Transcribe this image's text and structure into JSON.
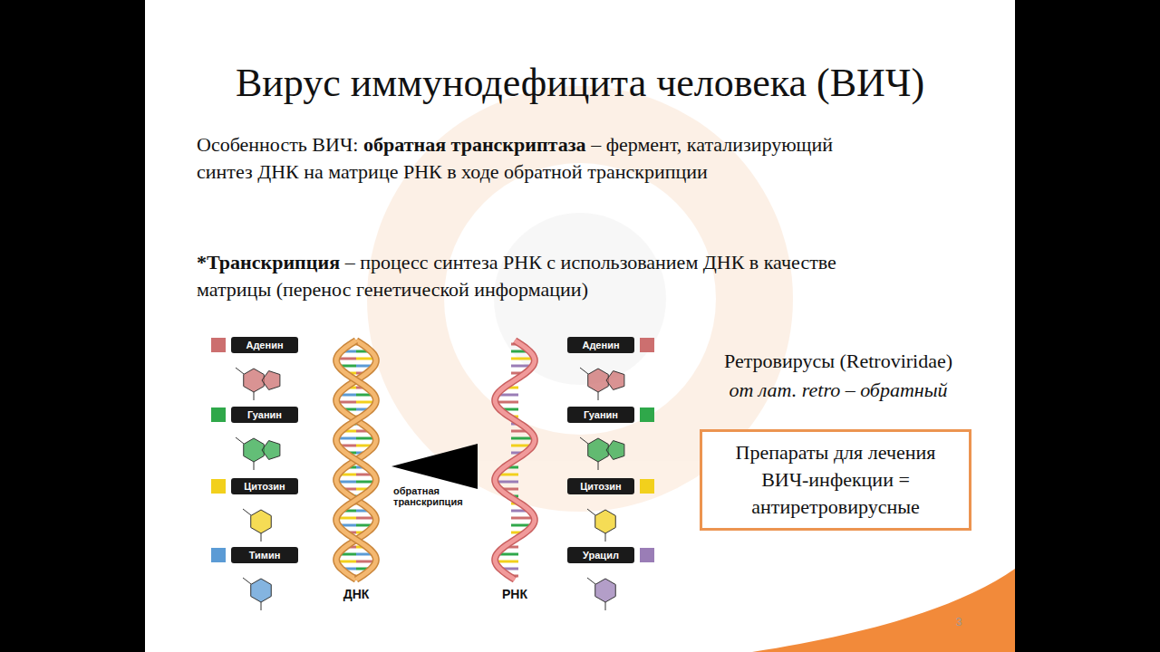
{
  "diagram": {
    "title": "Вирус иммунодефицита человека (ВИЧ)",
    "nodes": [
      {
        "text": [
          "Препараты для лечения ВИЧ-инфекции = антиретровирусные"
        ]
      }
    ],
    "labels": [
      "Особенность ВИЧ:",
      "обратная транскриптаза",
      "– фермент, катализирующий синтез ДНК на матрице РНК в ходе обратной транскрипции",
      "*Транскрипция",
      "– процесс синтеза РНК с использованием ДНК в качестве матрицы (перенос генетической информации)",
      "обратная транскрипция",
      "ДНК",
      "РНК",
      "Ретровирусы (Retroviridae)",
      "от лат. retro – обратный",
      "3"
    ],
    "legend": [
      {
        "text": "Аденин",
        "color": "#cc6f6f"
      },
      {
        "text": "Гуанин",
        "color": "#2fa84a"
      },
      {
        "text": "Цитозин",
        "color": "#f2d01c"
      },
      {
        "text": "Тимин",
        "color": "#5b9bd5"
      },
      {
        "text": "Аденин",
        "color": "#cc6f6f"
      },
      {
        "text": "Гуанин",
        "color": "#2fa84a"
      },
      {
        "text": "Цитозин",
        "color": "#f2d01c"
      },
      {
        "text": "Урацил",
        "color": "#9a7db6"
      }
    ]
  }
}
